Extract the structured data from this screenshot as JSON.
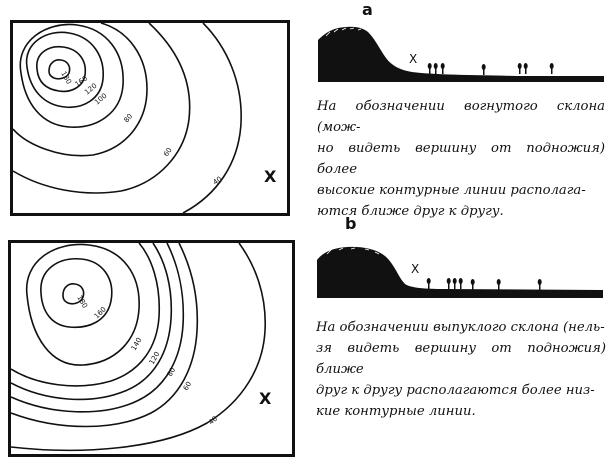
{
  "panel_a": {
    "letter": "a",
    "map_point_label": "X",
    "profile_point_label": "X",
    "contour_labels": [
      "180",
      "160",
      "120",
      "100",
      "80",
      "60",
      "40"
    ],
    "caption_lines": [
      "На обозначении вогнутого склона (мож-",
      "но видеть вершину от подножия) более",
      "высокие контурные линии располага-",
      "ются ближе друг к другу."
    ]
  },
  "panel_b": {
    "letter": "b",
    "map_point_label": "X",
    "profile_point_label": "X",
    "contour_labels": [
      "180",
      "160",
      "140",
      "120",
      "80",
      "60",
      "40"
    ],
    "caption_lines": [
      "На обозначении выпуклого склона (нель-",
      "зя видеть вершину от подножия) ближе",
      "друг к другу располагаются более низ-",
      "кие контурные линии."
    ]
  }
}
